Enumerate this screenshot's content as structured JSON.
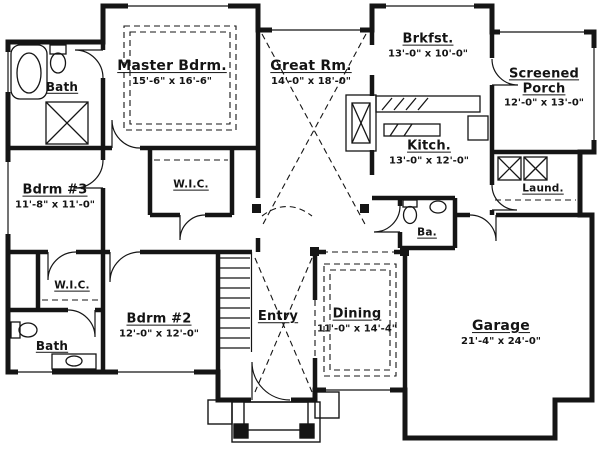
{
  "plan": {
    "ink": "#151515",
    "paper": "#ffffff",
    "drawing_type": "single-story house floor plan"
  },
  "rooms": {
    "bath_upper": {
      "label": "Bath",
      "dims": ""
    },
    "master": {
      "label": "Master Bdrm.",
      "dims": "15'-6\" x 16'-6\""
    },
    "great_rm": {
      "label": "Great Rm.",
      "dims": "14'-0\" x 18'-0\""
    },
    "brkfst": {
      "label": "Brkfst.",
      "dims": "13'-0\" x 10'-0\""
    },
    "screened_porch": {
      "label": "Screened Porch",
      "dims": "12'-0\" x 13'-0\""
    },
    "kitch": {
      "label": "Kitch.",
      "dims": "13'-0\" x 12'-0\""
    },
    "laund": {
      "label": "Laund.",
      "dims": ""
    },
    "bdrm3": {
      "label": "Bdrm #3",
      "dims": "11'-8\" x 11'-0\""
    },
    "wic_upper": {
      "label": "W.I.C.",
      "dims": ""
    },
    "ba": {
      "label": "Ba.",
      "dims": ""
    },
    "wic_lower": {
      "label": "W.I.C.",
      "dims": ""
    },
    "bdrm2": {
      "label": "Bdrm #2",
      "dims": "12'-0\" x 12'-0\""
    },
    "bath_lower": {
      "label": "Bath",
      "dims": ""
    },
    "entry": {
      "label": "Entry",
      "dims": ""
    },
    "dining": {
      "label": "Dining",
      "dims": "11'-0\" x 14'-4\""
    },
    "garage": {
      "label": "Garage",
      "dims": "21'-4\" x 24'-0\""
    }
  }
}
